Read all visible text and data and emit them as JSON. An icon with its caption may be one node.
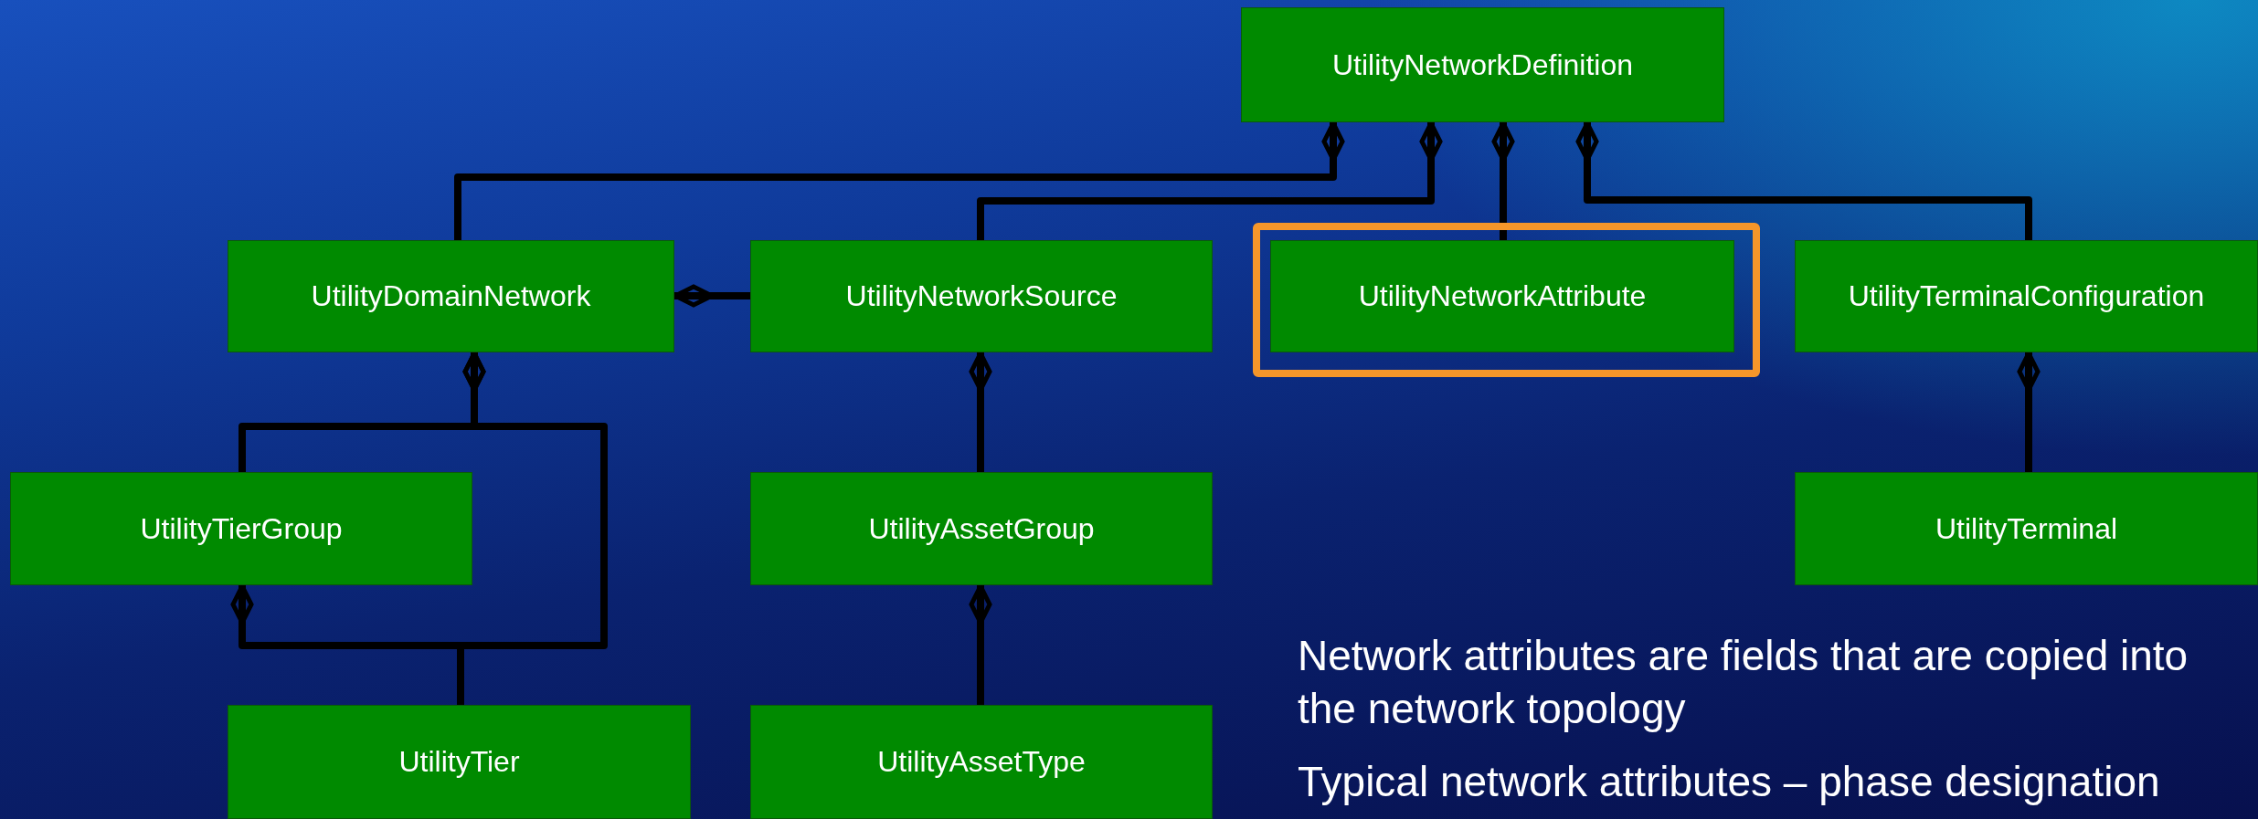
{
  "diagram": {
    "nodes": [
      {
        "text": [
          "UtilityNetworkDefinition"
        ]
      },
      {
        "text": [
          "UtilityDomainNetwork"
        ]
      },
      {
        "text": [
          "UtilityNetworkSource"
        ]
      },
      {
        "text": [],
        "shape": "box"
      },
      {
        "text": [
          "UtilityNetworkAttribute"
        ],
        "in": 3
      },
      {
        "text": [
          "UtilityTerminalConfiguration"
        ]
      },
      {
        "text": [
          "UtilityTierGroup"
        ]
      },
      {
        "text": [
          "UtilityAssetGroup"
        ]
      },
      {
        "text": [
          "UtilityTerminal"
        ]
      },
      {
        "text": [
          "UtilityTier"
        ]
      },
      {
        "text": [
          "UtilityAssetType"
        ]
      }
    ],
    "edges": [
      {
        "from": 1,
        "to": 0,
        "arrow": "other"
      },
      {
        "from": 2,
        "to": 0,
        "arrow": "other"
      },
      {
        "from": 4,
        "to": 0,
        "arrow": "other"
      },
      {
        "from": 5,
        "to": 0,
        "arrow": "other"
      },
      {
        "from": 2,
        "to": 1,
        "arrow": "other"
      },
      {
        "from": 6,
        "to": 1,
        "arrow": "other"
      },
      {
        "from": 9,
        "to": 1,
        "arrow": "other"
      },
      {
        "from": 9,
        "to": 6,
        "arrow": "other"
      },
      {
        "from": 7,
        "to": 2,
        "arrow": "other"
      },
      {
        "from": 10,
        "to": 7,
        "arrow": "other"
      },
      {
        "from": 8,
        "to": 5,
        "arrow": "other"
      }
    ],
    "labels": [
      "Network attributes are fields that are copied into the network topology",
      "Typical network attributes – phase designation"
    ]
  }
}
